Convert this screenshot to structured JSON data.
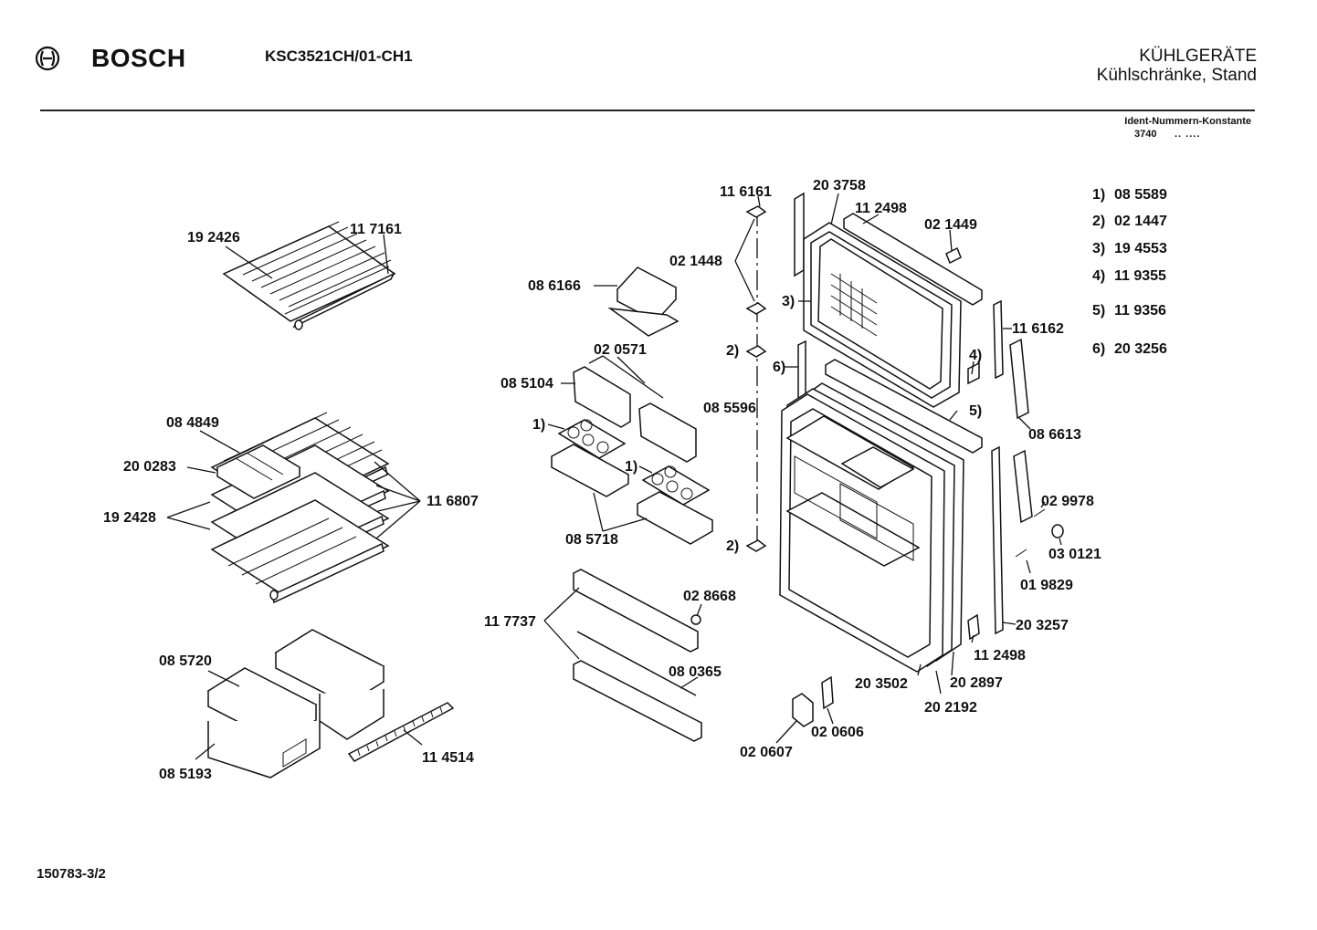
{
  "header": {
    "brand": "BOSCH",
    "model": "KSC3521CH/01-CH1",
    "category_line1": "KÜHLGERÄTE",
    "category_line2": "Kühlschränke, Stand",
    "ident_label": "Ident-Nummern-Konstante",
    "ident_value": "3740",
    "ident_dots": ".. ...."
  },
  "footer": {
    "doc_number": "150783-3/2"
  },
  "legend": [
    {
      "key": "1)",
      "value": "08 5589"
    },
    {
      "key": "2)",
      "value": "02 1447"
    },
    {
      "key": "3)",
      "value": "19 4553"
    },
    {
      "key": "4)",
      "value": "11 9355"
    },
    {
      "key": "5)",
      "value": "11 9356"
    },
    {
      "key": "6)",
      "value": "20 3256"
    }
  ],
  "parts": {
    "p192426": "19 2426",
    "p117161": "11 7161",
    "p084849": "08 4849",
    "p200283": "20 0283",
    "p192428": "19 2428",
    "p116807": "11 6807",
    "p085720": "08 5720",
    "p085193": "08 5193",
    "p114514": "11 4514",
    "p086166": "08 6166",
    "p020571": "02 0571",
    "p085104": "08 5104",
    "p085596": "08 5596",
    "p085718": "08 5718",
    "p117737": "11 7737",
    "p028668": "02 8668",
    "p080365": "08 0365",
    "p116161": "11 6161",
    "p021448": "02 1448",
    "p203758": "20 3758",
    "p112498a": "11 2498",
    "p021449": "02 1449",
    "p116162": "11 6162",
    "p086613": "08 6613",
    "p029978": "02 9978",
    "p030121": "03 0121",
    "p019829": "01 9829",
    "p203257": "20 3257",
    "p112498b": "11 2498",
    "p203502": "20 3502",
    "p202897": "20 2897",
    "p202192": "20 2192",
    "p020606": "02 0606",
    "p020607": "02 0607"
  },
  "callouts": {
    "c1a": "1)",
    "c1b": "1)",
    "c2a": "2)",
    "c2b": "2)",
    "c3": "3)",
    "c4": "4)",
    "c5": "5)",
    "c6": "6)"
  }
}
